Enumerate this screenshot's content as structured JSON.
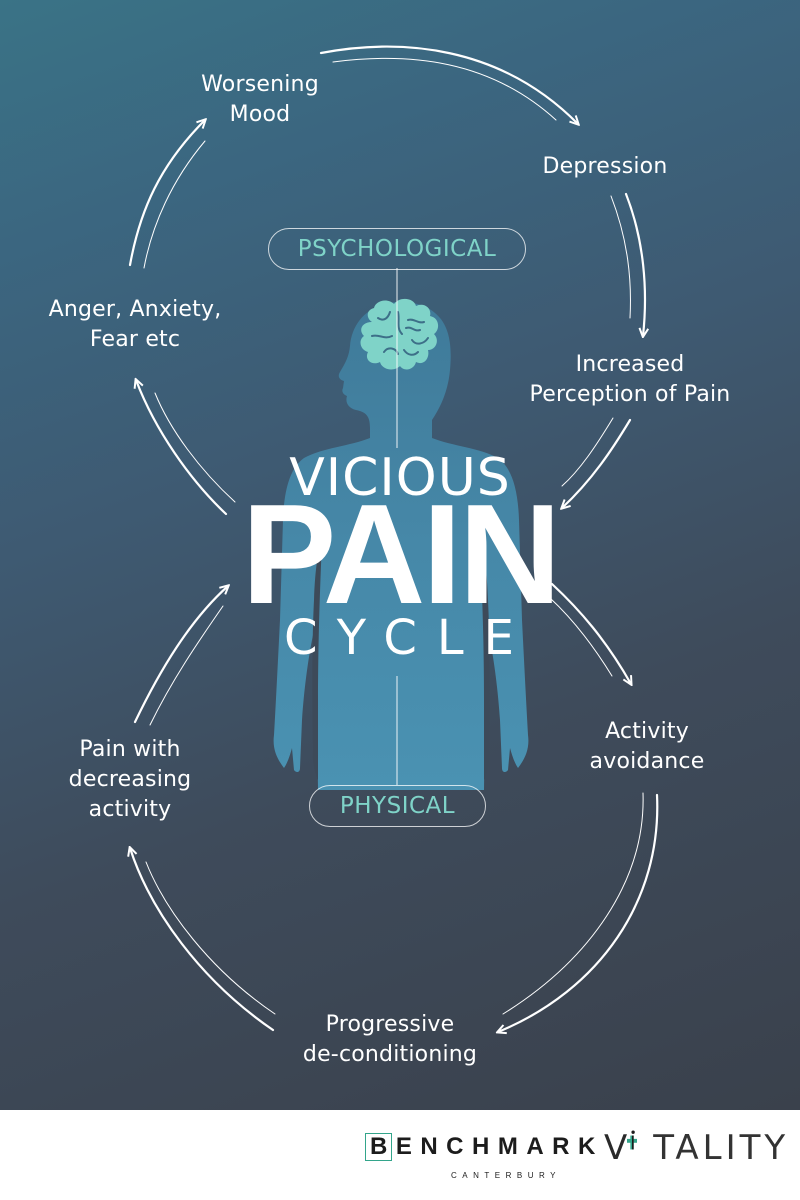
{
  "diagram": {
    "title": {
      "line1": "VICIOUS",
      "line2": "PAIN",
      "line3": "CYCLE"
    },
    "categories": {
      "top": "PSYCHOLOGICAL",
      "bottom": "PHYSICAL"
    },
    "nodes": [
      {
        "id": "worsening-mood",
        "lines": [
          "Worsening",
          "Mood"
        ]
      },
      {
        "id": "depression",
        "lines": [
          "Depression"
        ]
      },
      {
        "id": "increased-perception",
        "lines": [
          "Increased",
          "Perception of Pain"
        ]
      },
      {
        "id": "activity-avoidance",
        "lines": [
          "Activity",
          "avoidance"
        ]
      },
      {
        "id": "progressive-deconditioning",
        "lines": [
          "Progressive",
          "de-conditioning"
        ]
      },
      {
        "id": "pain-decreasing-activity",
        "lines": [
          "Pain with",
          "decreasing",
          "activity"
        ]
      },
      {
        "id": "anger-anxiety-fear",
        "lines": [
          "Anger, Anxiety,",
          "Fear etc"
        ]
      }
    ],
    "flow": [
      "Worsening Mood -> Depression",
      "Depression -> Increased Perception of Pain",
      "Increased Perception of Pain -> Vicious Pain Cycle",
      "Vicious Pain Cycle -> Activity avoidance",
      "Activity avoidance -> Progressive de-conditioning",
      "Progressive de-conditioning -> Pain with decreasing activity",
      "Pain with decreasing activity -> Vicious Pain Cycle",
      "Vicious Pain Cycle -> Anger, Anxiety, Fear etc",
      "Anger, Anxiety, Fear etc -> Worsening Mood"
    ],
    "icons": {
      "center": "human-silhouette-icon",
      "head": "brain-icon"
    }
  },
  "footer": {
    "brand1": "BENCHMARK",
    "brand1_sub": "CANTERBURY",
    "brand2_prefix": "V",
    "brand2_rest": "TALITY"
  },
  "colors": {
    "bg_top": "#3a7386",
    "bg_bottom": "#3a414c",
    "silhouette": "#4a8fb0",
    "brain": "#7fd3c8",
    "accent_teal": "#7fd3c8",
    "brand_green": "#33a58b",
    "footer_bg": "#ffffff"
  }
}
